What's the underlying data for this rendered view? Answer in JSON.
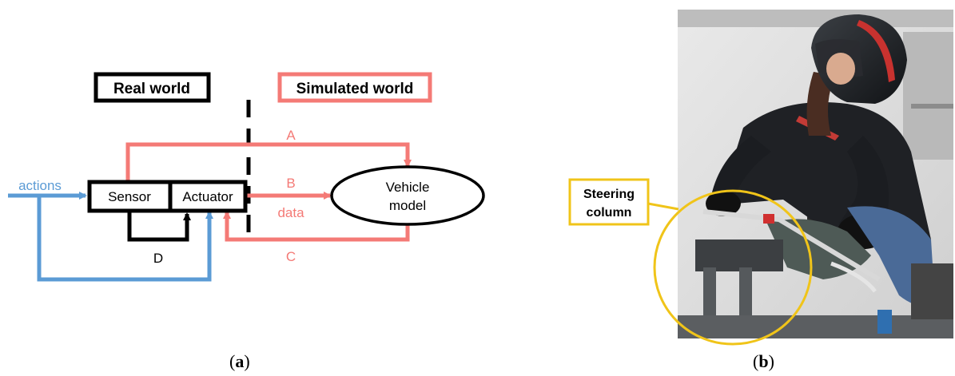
{
  "panel_a": {
    "real_world_label": "Real world",
    "simulated_world_label": "Simulated world",
    "sensor_label": "Sensor",
    "actuator_label": "Actuator",
    "vehicle_model_line1": "Vehicle",
    "vehicle_model_line2": "model",
    "actions_label": "actions",
    "data_label": "data",
    "arrow_a_label": "A",
    "arrow_b_label": "B",
    "arrow_c_label": "C",
    "arrow_d_label": "D",
    "caption_letter": "a",
    "colors": {
      "real": "#000000",
      "simulated": "#f47a76",
      "actions": "#5b9bd5"
    }
  },
  "panel_b": {
    "steering_callout_line1": "Steering",
    "steering_callout_line2": "column",
    "caption_letter": "b",
    "colors": {
      "callout": "#f0c419"
    }
  }
}
